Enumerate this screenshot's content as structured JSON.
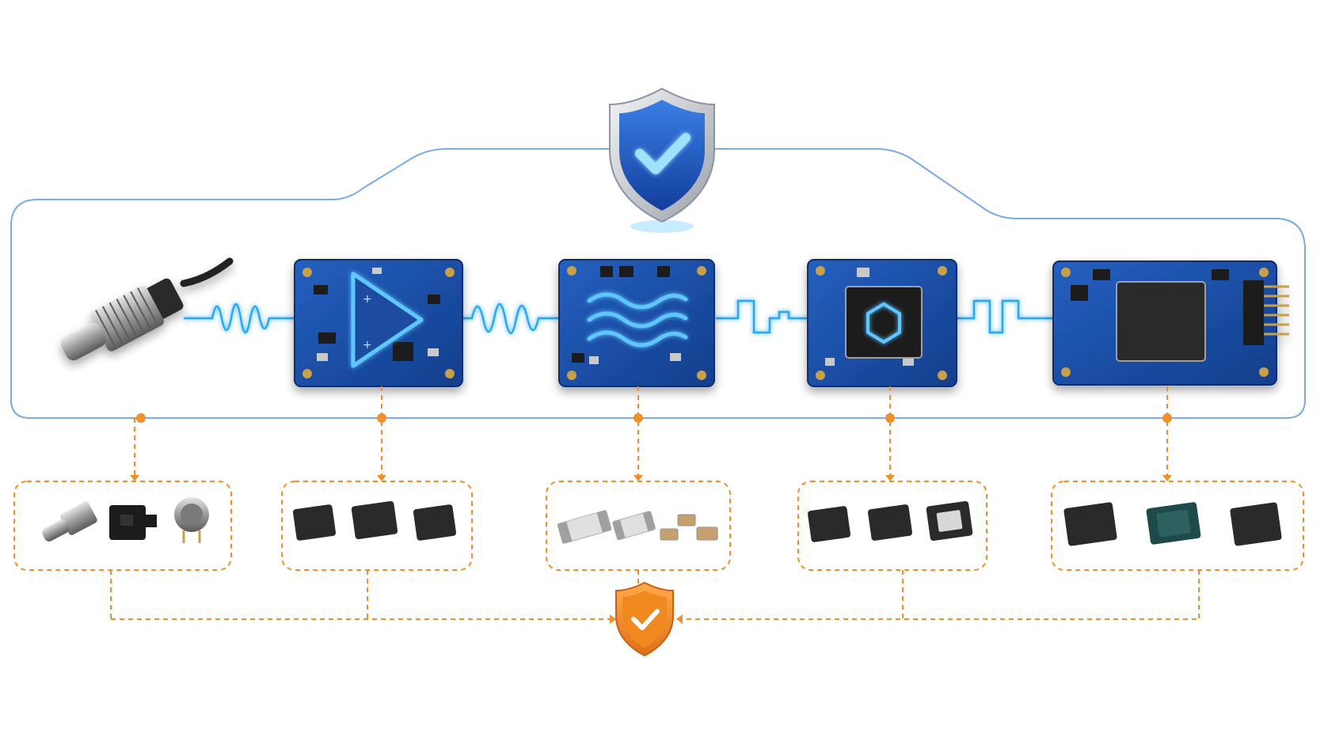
{
  "diagram": {
    "stages": [
      {
        "id": "sensor",
        "kind": "sensor-icon",
        "link": "sine-wave"
      },
      {
        "id": "amplifier",
        "kind": "amplifier-board-icon",
        "link": "sine-wave"
      },
      {
        "id": "filter",
        "kind": "filter-board-icon",
        "link": "square-wave"
      },
      {
        "id": "adc",
        "kind": "adc-board-icon",
        "link": "square-wave"
      },
      {
        "id": "mcu",
        "kind": "mcu-board-icon",
        "link": null
      }
    ],
    "component_groups": [
      {
        "stage": "sensor",
        "items": [
          "sensor-probe-icon",
          "sensor-relay-icon",
          "gas-sensor-icon"
        ]
      },
      {
        "stage": "amplifier",
        "items": [
          "ic-chip-icon",
          "ic-chip-icon",
          "ic-chip-icon"
        ]
      },
      {
        "stage": "filter",
        "items": [
          "capacitor-icon",
          "capacitor-icon",
          "smd-capacitor-icon",
          "smd-capacitor-icon"
        ]
      },
      {
        "stage": "adc",
        "items": [
          "ic-chip-icon",
          "ic-chip-icon",
          "ic-chip-metal-icon"
        ]
      },
      {
        "stage": "mcu",
        "items": [
          "ic-chip-icon",
          "bga-chip-icon",
          "ic-chip-icon"
        ]
      }
    ],
    "top_badge": "shield-check-icon",
    "bottom_badge": "shield-check-icon",
    "colors": {
      "board": "#1a4ba0",
      "board_dark": "#0d2e6e",
      "signal": "#2aa8f0",
      "glow": "#5fc6ff",
      "frame_blue": "#7aaae8",
      "orange": "#f0902a",
      "shield_blue": "#1e5fd0",
      "shield_orange": "#f0902a"
    }
  }
}
